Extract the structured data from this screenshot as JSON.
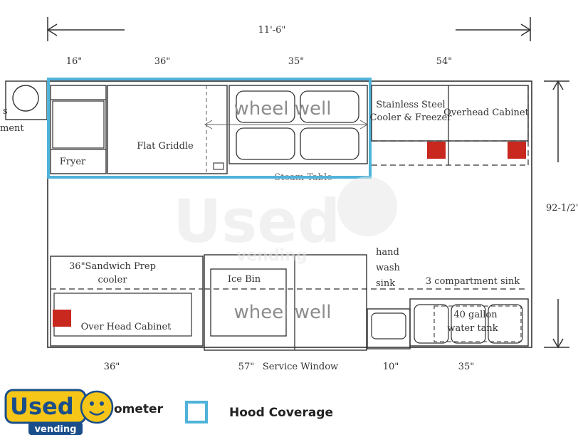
{
  "dimensions": {
    "overall_width": "11'-6\"",
    "overall_depth": "92-1/2\"",
    "top": [
      "16\"",
      "36\"",
      "35\"",
      "54\""
    ],
    "bottom": [
      "36\"",
      "57\"",
      "10\"",
      "35\""
    ],
    "service_window": "Service Window"
  },
  "equipment": {
    "fryer": "Fryer",
    "griddle": "Flat Griddle",
    "steam_table": "Steam Table",
    "wheel_well_top": "wheel well",
    "wheel_well_bottom": "wheel well",
    "cooler_freezer_line1": "Stainless Steel",
    "cooler_freezer_line2": "Cooler & Freezer",
    "overhead_cabinet_top": "Overhead Cabinet",
    "equipment_left_line1": "s",
    "equipment_left_line2": "ment",
    "sandwich_line1": "36\"Sandwich Prep",
    "sandwich_line2": "cooler",
    "overhead_cabinet_bottom": "Over Head Cabinet",
    "ice_bin": "Ice Bin",
    "hand_wash_line1": "hand",
    "hand_wash_line2": "wash",
    "hand_wash_line3": "sink",
    "three_comp_sink": "3 compartment sink",
    "water_tank_line1": "40 gallon",
    "water_tank_line2": "water tank"
  },
  "legend": {
    "thermometer_label": "ometer",
    "hood_label": "Hood Coverage"
  },
  "watermark": {
    "logo_top": "Used",
    "logo_bottom": "vending"
  },
  "colors": {
    "hood": "#4fb3d9",
    "thermometer": "#c8281e",
    "logo_yellow": "#f5c518",
    "logo_blue": "#1a4e8a"
  }
}
